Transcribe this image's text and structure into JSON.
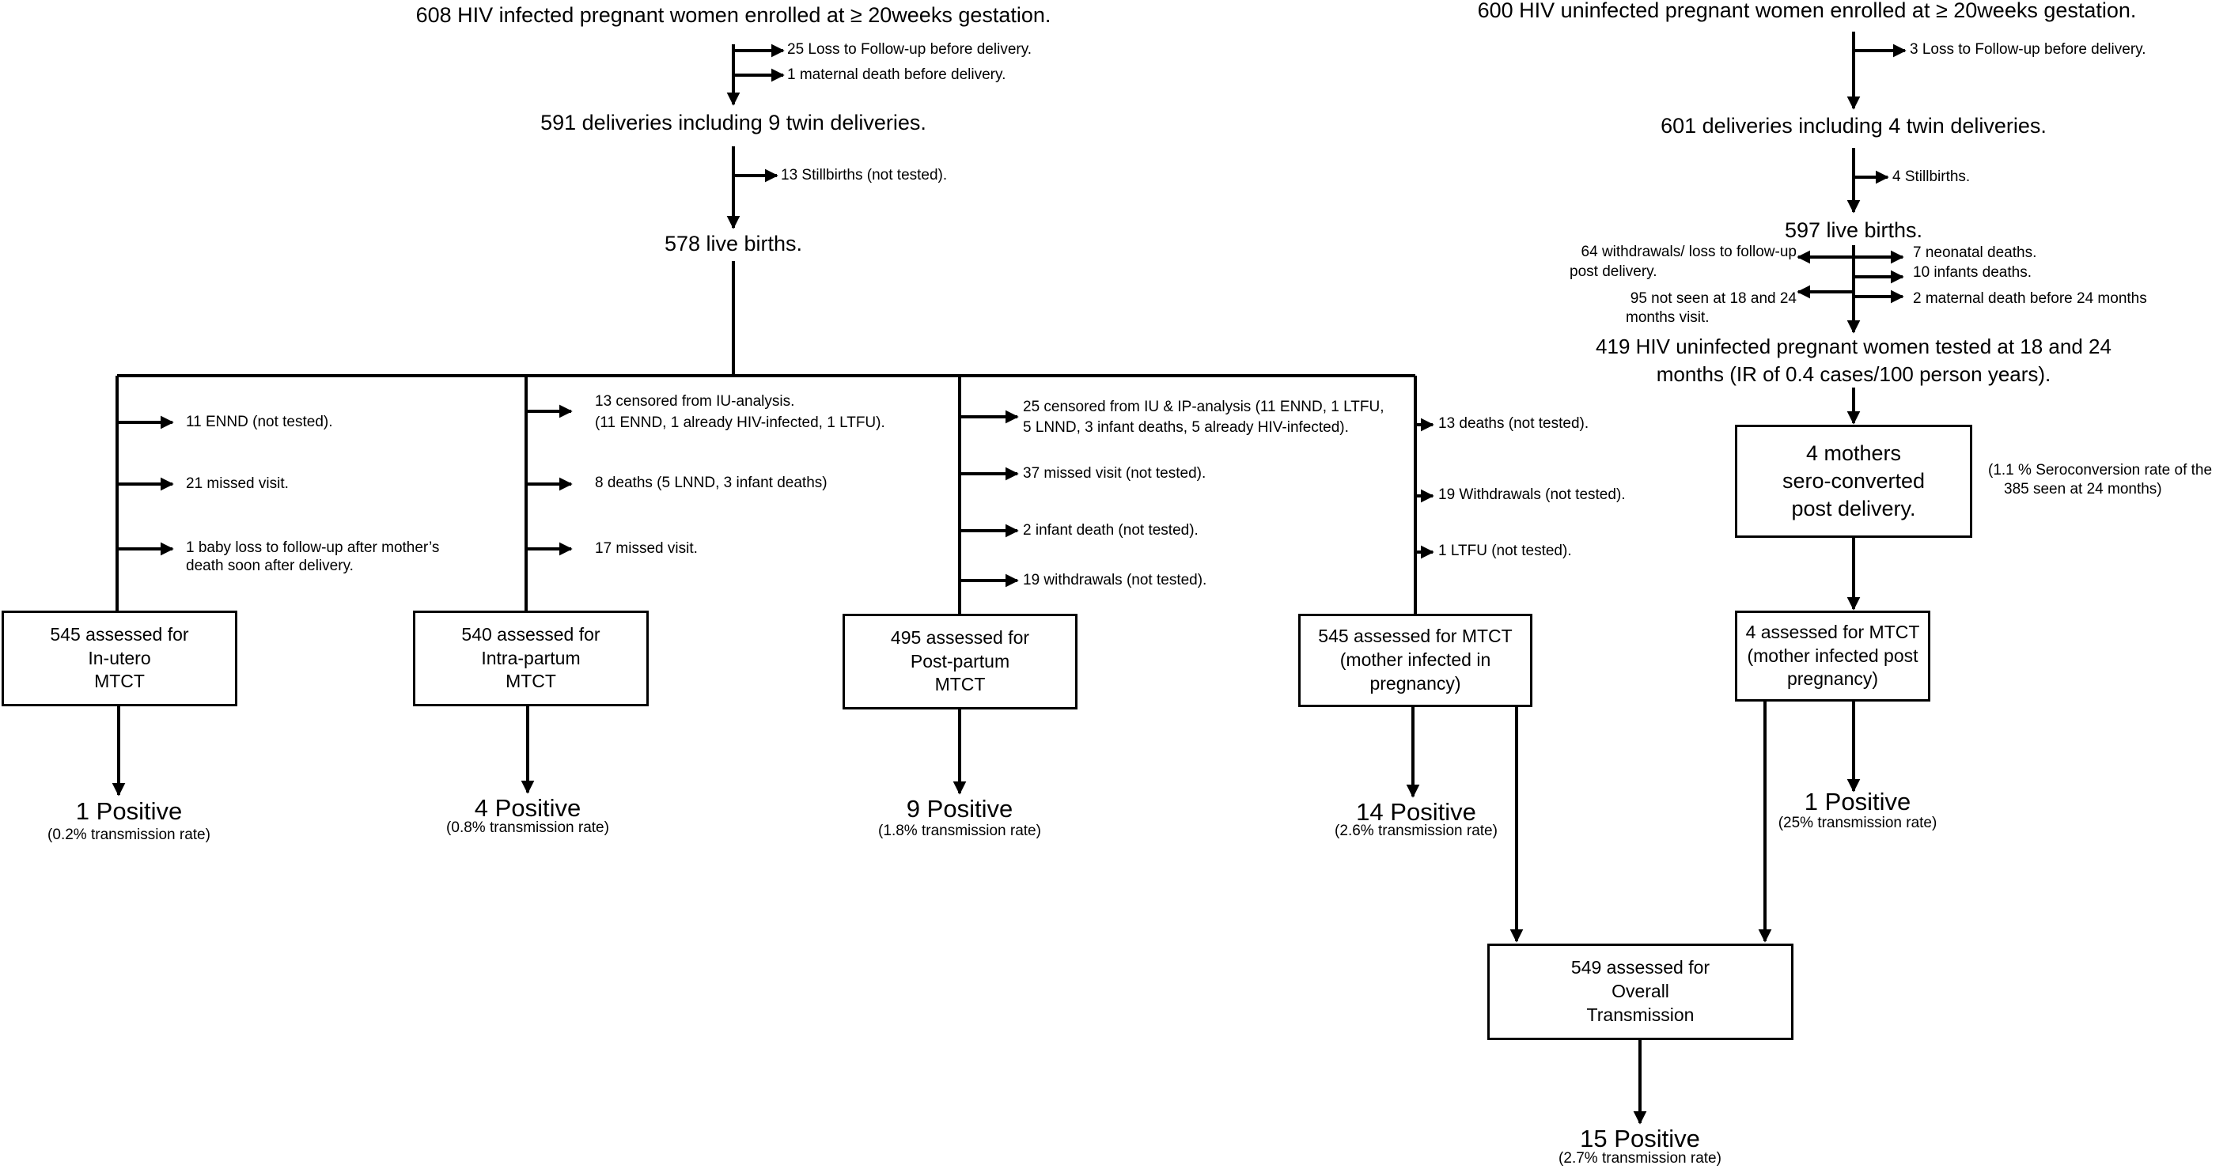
{
  "left_arm": {
    "title": "608 HIV infected pregnant women enrolled at ≥ 20weeks gestation.",
    "exclusions_1": [
      "25 Loss to Follow-up before delivery.",
      "1 maternal death before delivery."
    ],
    "deliveries": "591 deliveries including 9 twin deliveries.",
    "stillbirths": "13 Stillbirths (not tested).",
    "live_births": "578 live births.",
    "branches": [
      {
        "exclusions": [
          "11 ENND (not tested).",
          "21 missed visit.",
          "1 baby loss to follow-up after mother’s",
          "death soon after delivery."
        ],
        "box": [
          "545 assessed for",
          "In-utero",
          "MTCT"
        ],
        "positive": "1 Positive",
        "rate": "(0.2% transmission rate)"
      },
      {
        "exclusions": [
          "13 censored from IU-analysis.",
          "(11 ENND, 1 already HIV-infected, 1 LTFU).",
          "8 deaths (5 LNND, 3 infant deaths)",
          "17 missed visit."
        ],
        "box": [
          "540 assessed for",
          "Intra-partum",
          "MTCT"
        ],
        "positive": "4 Positive",
        "rate": "(0.8% transmission rate)"
      },
      {
        "exclusions": [
          "25 censored from IU & IP-analysis (11 ENND, 1 LTFU,",
          "5 LNND,  3 infant deaths, 5 already HIV-infected).",
          "37 missed visit (not tested).",
          "2 infant death (not tested).",
          "19 withdrawals (not tested)."
        ],
        "box": [
          "495 assessed for",
          "Post-partum",
          "MTCT"
        ],
        "positive": "9 Positive",
        "rate": "(1.8% transmission rate)"
      },
      {
        "exclusions": [
          "13 deaths (not tested).",
          "19 Withdrawals (not tested).",
          "1 LTFU (not tested)."
        ],
        "box": [
          "545 assessed for MTCT",
          "(mother infected in",
          "pregnancy)"
        ],
        "positive": "14 Positive",
        "rate": "(2.6% transmission rate)"
      }
    ]
  },
  "right_arm": {
    "title": "600 HIV uninfected pregnant women enrolled at ≥ 20weeks gestation.",
    "loss": "3 Loss to Follow-up before delivery.",
    "deliveries": "601 deliveries including 4 twin deliveries.",
    "stillbirths": "4 Stillbirths.",
    "live_births": "597 live births.",
    "left_exclusions": [
      "64 withdrawals/ loss to follow-up",
      "post delivery.",
      "95 not seen at 18 and 24",
      "months visit."
    ],
    "right_exclusions": [
      "7 neonatal deaths.",
      "10 infants deaths.",
      "2 maternal death before 24 months"
    ],
    "tested": [
      "419 HIV uninfected pregnant women  tested at 18 and 24",
      "months (IR of 0.4 cases/100 person years)."
    ],
    "seroconverted_box": [
      "4  mothers",
      "sero-converted",
      "post delivery."
    ],
    "seroconversion_note": [
      "(1.1 % Seroconversion rate of the",
      "385 seen at 24 months)"
    ],
    "mtct_box": [
      "4 assessed for MTCT",
      "(mother infected post",
      "pregnancy)"
    ],
    "positive": "1 Positive",
    "rate": "(25% transmission rate)"
  },
  "overall": {
    "box": [
      "549 assessed for",
      "Overall",
      "Transmission"
    ],
    "positive": "15 Positive",
    "rate": "(2.7% transmission rate)"
  }
}
